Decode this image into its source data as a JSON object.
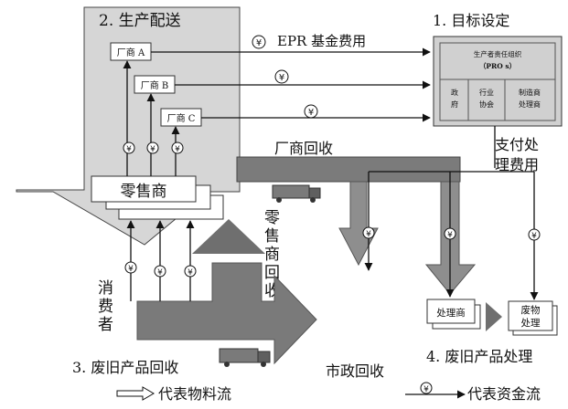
{
  "sections": {
    "production": "2. 生产配送",
    "target": "1. 目标设定",
    "recycling": "3. 废旧产品回收",
    "treatment": "4. 废旧产品处理"
  },
  "manufacturers": [
    "厂商 A",
    "厂商 B",
    "厂商 C"
  ],
  "retailer": "零售商",
  "pro": {
    "title_line1": "生产者责任组织",
    "title_line2": "（PRO s）",
    "cells": [
      [
        "政",
        "府"
      ],
      [
        "行业",
        "协会"
      ],
      [
        "制造商",
        "处理商"
      ]
    ]
  },
  "labels": {
    "epr_fee": "EPR 基金费用",
    "manufacturer_recycle": "厂商回收",
    "pay_line1": "支付处",
    "pay_line2": "理费用",
    "retailer_recycle": [
      "零",
      "售",
      "商",
      "回",
      "收"
    ],
    "consumer": [
      "消",
      "费",
      "者"
    ],
    "municipal_recycle": "市政回收",
    "processor": "处理商",
    "waste_line1": "废物",
    "waste_line2": "处理"
  },
  "legend": {
    "material": "代表物料流",
    "money": "代表资金流"
  },
  "symbols": {
    "yen": "¥"
  },
  "colors": {
    "light_gray": "#d6d6d6",
    "mid_gray": "#8e8e8e",
    "dark_gray": "#6f6f6f",
    "stroke": "#222222"
  }
}
